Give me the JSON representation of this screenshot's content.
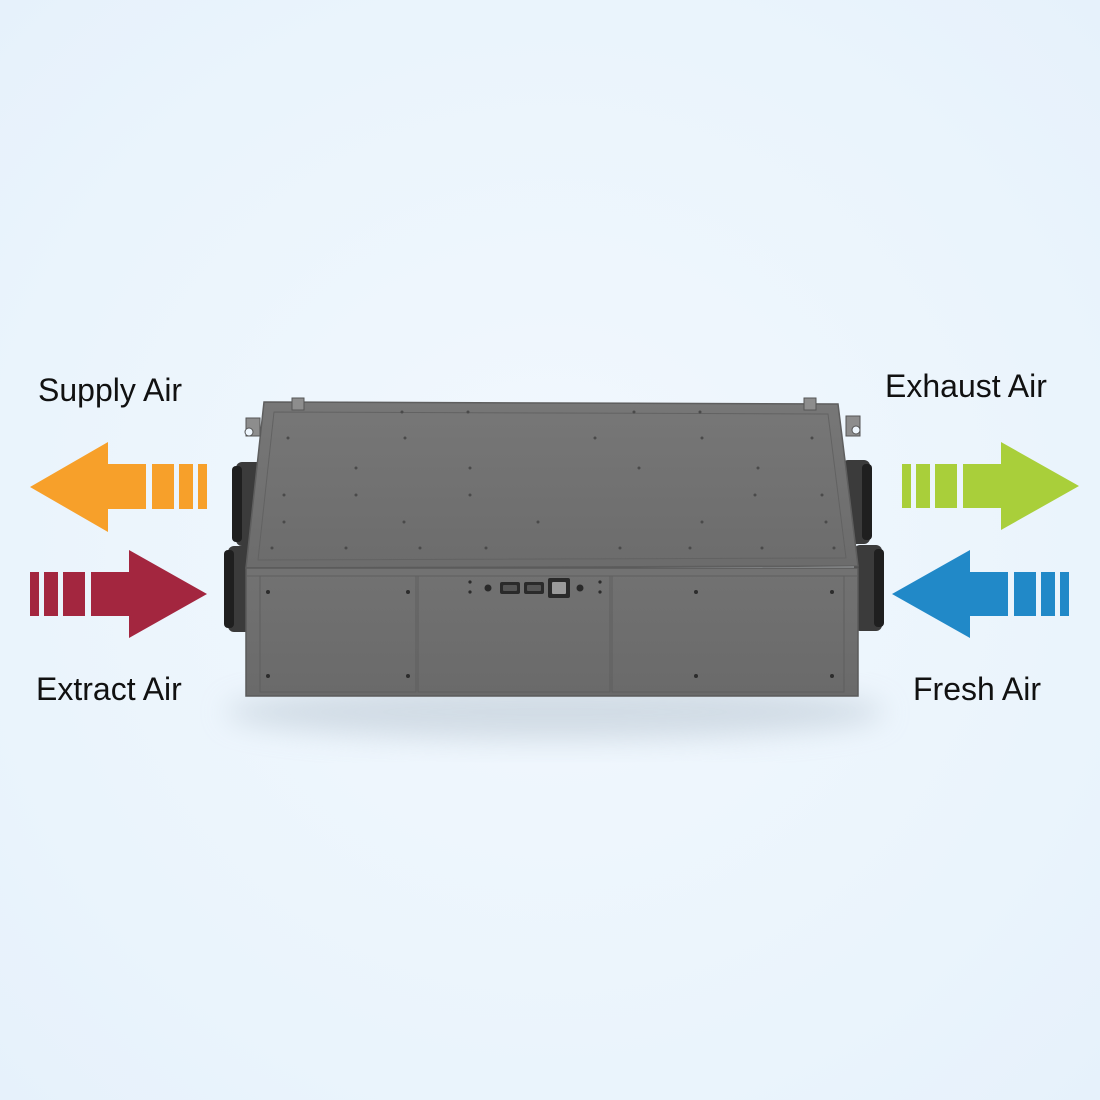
{
  "labels": {
    "supply_air": "Supply Air",
    "extract_air": "Extract Air",
    "exhaust_air": "Exhaust Air",
    "fresh_air": "Fresh Air"
  },
  "colors": {
    "background": "#eef6fd",
    "supply_arrow": "#f7a02a",
    "extract_arrow": "#a3263f",
    "exhaust_arrow": "#a9cf3a",
    "fresh_arrow": "#2189c8",
    "unit_body": "#707070"
  },
  "arrows": [
    {
      "name": "supply",
      "direction": "left"
    },
    {
      "name": "extract",
      "direction": "right"
    },
    {
      "name": "exhaust",
      "direction": "right"
    },
    {
      "name": "fresh",
      "direction": "left"
    }
  ]
}
